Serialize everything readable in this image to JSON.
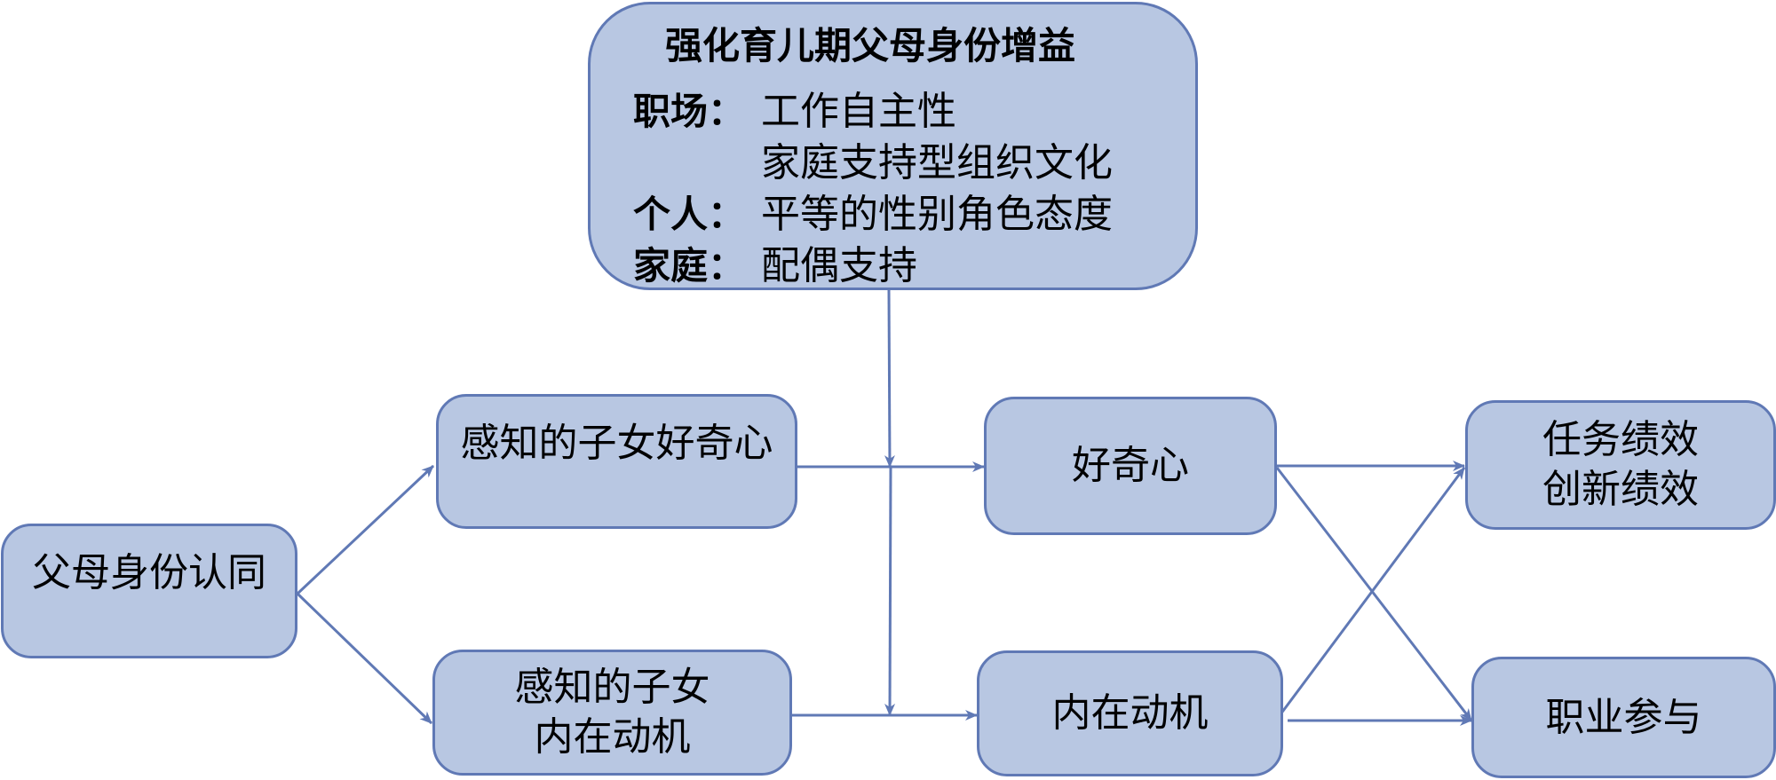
{
  "diagram": {
    "colors": {
      "node_fill": "#b8c7e2",
      "node_border": "#6079b5",
      "edge": "#6079b5"
    },
    "moderator": {
      "title": "强化育儿期父母身份增益",
      "rows": [
        {
          "label": "职场：",
          "value": "工作自主性"
        },
        {
          "label": "",
          "value": "家庭支持型组织文化"
        },
        {
          "label": "个人：",
          "value": "平等的性别角色态度"
        },
        {
          "label": "家庭：",
          "value": "配偶支持"
        }
      ]
    },
    "nodes": {
      "parent_identity": {
        "lines": [
          "父母身份认同"
        ]
      },
      "perceived_child_curiosity": {
        "lines": [
          "感知的子女好奇心"
        ]
      },
      "perceived_child_motivation": {
        "lines": [
          "感知的子女",
          "内在动机"
        ]
      },
      "curiosity": {
        "lines": [
          "好奇心"
        ]
      },
      "intrinsic_motivation": {
        "lines": [
          "内在动机"
        ]
      },
      "performance": {
        "lines": [
          "任务绩效",
          "创新绩效"
        ]
      },
      "career_engagement": {
        "lines": [
          "职业参与"
        ]
      }
    },
    "edges": [
      {
        "from": "parent_identity",
        "to": "perceived_child_curiosity"
      },
      {
        "from": "parent_identity",
        "to": "perceived_child_motivation"
      },
      {
        "from": "perceived_child_curiosity",
        "to": "curiosity"
      },
      {
        "from": "perceived_child_motivation",
        "to": "intrinsic_motivation"
      },
      {
        "from": "moderator",
        "to": "edge:perceived_child_curiosity->curiosity"
      },
      {
        "from": "moderator",
        "to": "edge:perceived_child_motivation->intrinsic_motivation"
      },
      {
        "from": "curiosity",
        "to": "performance"
      },
      {
        "from": "curiosity",
        "to": "career_engagement"
      },
      {
        "from": "intrinsic_motivation",
        "to": "performance"
      },
      {
        "from": "intrinsic_motivation",
        "to": "career_engagement"
      }
    ]
  }
}
